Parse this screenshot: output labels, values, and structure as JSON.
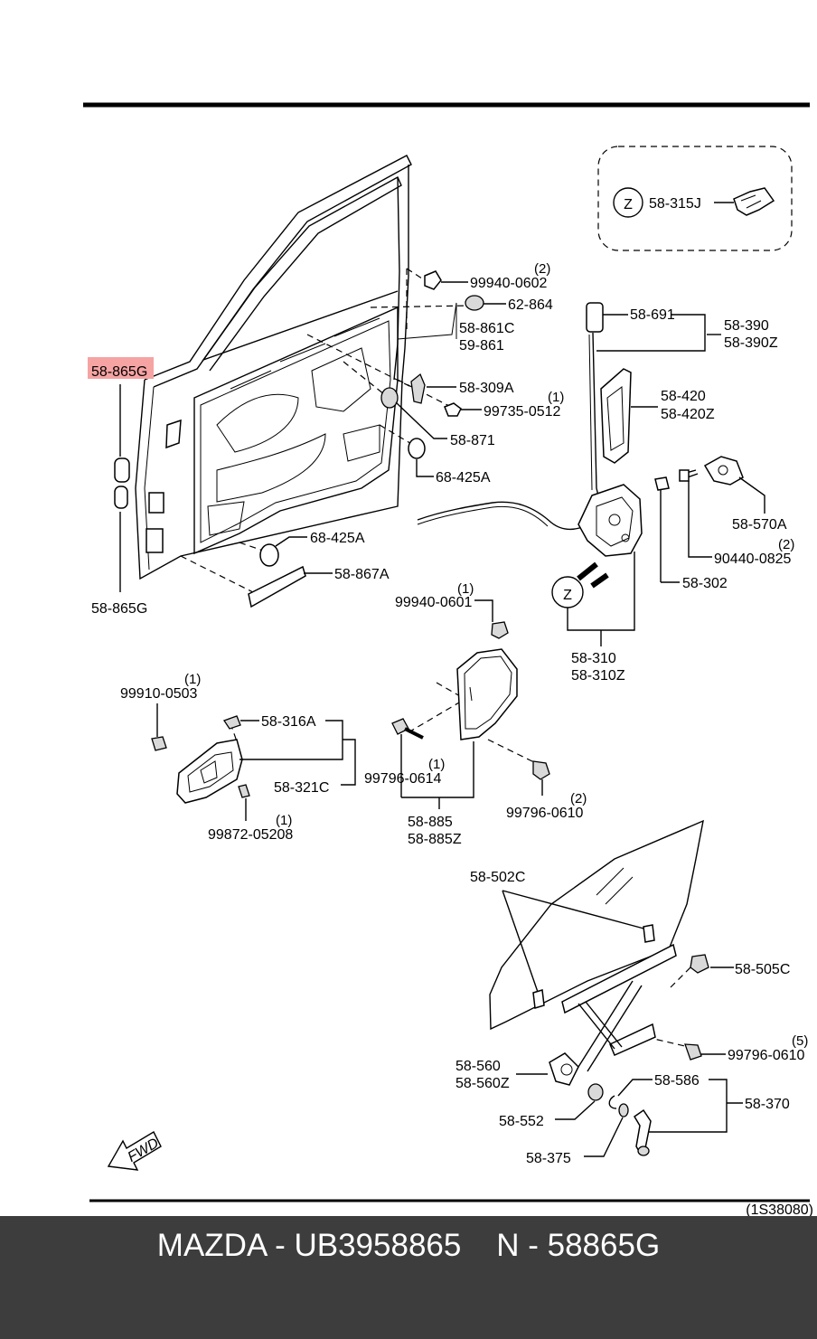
{
  "labels": {
    "zoom_callout": "Z",
    "zoom_marker": "Z",
    "fwd": "FWD",
    "p58_315J": "58-315J",
    "p99940_0602": "99940-0602",
    "q99940_0602": "(2)",
    "p62_864": "62-864",
    "p58_861C": "58-861C",
    "p59_861": "59-861",
    "p58_691": "58-691",
    "p58_390": "58-390",
    "p58_390Z": "58-390Z",
    "p58_865G_top": "58-865G",
    "p58_865G_bottom": "58-865G",
    "p58_309A": "58-309A",
    "p99735_0512": "99735-0512",
    "q99735_0512": "(1)",
    "p58_420": "58-420",
    "p58_420Z": "58-420Z",
    "p58_871": "58-871",
    "p68_425A_right": "68-425A",
    "p68_425A_left": "68-425A",
    "p58_570A": "58-570A",
    "p90440_0825": "90440-0825",
    "q90440_0825": "(2)",
    "p58_867A": "58-867A",
    "p58_302": "58-302",
    "p99940_0601": "99940-0601",
    "q99940_0601": "(1)",
    "p58_310": "58-310",
    "p58_310Z": "58-310Z",
    "p99910_0503": "99910-0503",
    "q99910_0503": "(1)",
    "p58_316A": "58-316A",
    "p58_321C": "58-321C",
    "p99796_0614": "99796-0614",
    "q99796_0614": "(1)",
    "p99796_0610a": "99796-0610",
    "q99796_0610a": "(2)",
    "p99872_05208": "99872-05208",
    "q99872_05208": "(1)",
    "p58_885": "58-885",
    "p58_885Z": "58-885Z",
    "p58_502C": "58-502C",
    "p58_505C": "58-505C",
    "p99796_0610b": "99796-0610",
    "q99796_0610b": "(5)",
    "p58_560": "58-560",
    "p58_560Z": "58-560Z",
    "p58_586": "58-586",
    "p58_370": "58-370",
    "p58_552": "58-552",
    "p58_375": "58-375",
    "ref_code": "(1S38080)"
  },
  "highlight_color": "#f5a3a3",
  "footer": {
    "text": "MAZDA - UB3958865    N - 58865G"
  }
}
